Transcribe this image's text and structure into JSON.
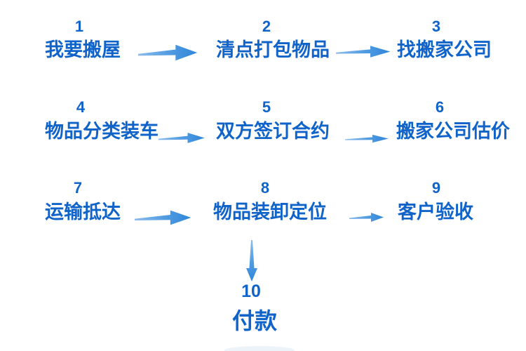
{
  "colors": {
    "text_blue": "#1063c9",
    "arrow_head_blue": "#2f86da",
    "arrow_tail_blue": "#8cbcec"
  },
  "flowchart": {
    "steps": [
      {
        "number": "1",
        "label": "我要搬屋"
      },
      {
        "number": "2",
        "label": "清点打包物品"
      },
      {
        "number": "3",
        "label": "找搬家公司"
      },
      {
        "number": "4",
        "label": "物品分类装车"
      },
      {
        "number": "5",
        "label": "双方签订合约"
      },
      {
        "number": "6",
        "label": "搬家公司估价"
      },
      {
        "number": "7",
        "label": "运输抵达"
      },
      {
        "number": "8",
        "label": "物品装卸定位"
      },
      {
        "number": "9",
        "label": "客户验收"
      },
      {
        "number": "10",
        "label": "付款"
      }
    ],
    "connectors": [
      {
        "from": "1",
        "to": "2",
        "direction": "right",
        "icon": "arrow-right-icon"
      },
      {
        "from": "2",
        "to": "3",
        "direction": "right",
        "icon": "arrow-right-icon"
      },
      {
        "from": "4",
        "to": "5",
        "direction": "right",
        "icon": "arrow-right-icon"
      },
      {
        "from": "5",
        "to": "6",
        "direction": "right",
        "icon": "arrow-right-icon"
      },
      {
        "from": "7",
        "to": "8",
        "direction": "right",
        "icon": "arrow-right-icon"
      },
      {
        "from": "8",
        "to": "9",
        "direction": "right",
        "icon": "arrow-right-icon"
      },
      {
        "from": "8",
        "to": "10",
        "direction": "down",
        "icon": "arrow-down-icon"
      }
    ]
  }
}
